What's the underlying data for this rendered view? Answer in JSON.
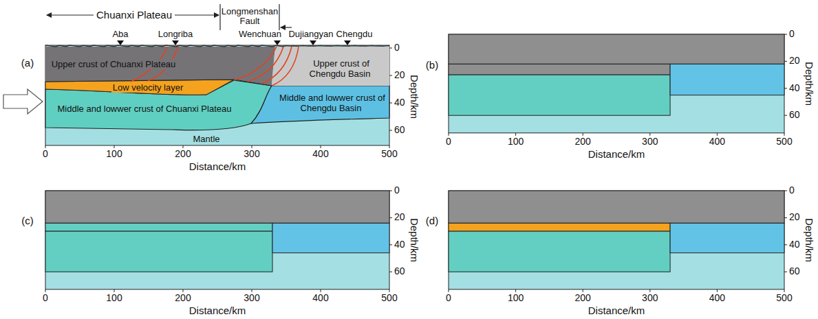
{
  "diagram": {
    "nodes": [
      {
        "text": [
          "Upper crust of Chuanxi Plateau"
        ]
      },
      {
        "text": [
          "Low velocity layer"
        ]
      },
      {
        "text": [
          "Upper crust of Chengdu Basin"
        ]
      },
      {
        "text": [
          "Middle and lowwer crust of Chuanxi Plateau"
        ]
      },
      {
        "text": [
          "Middle and lowwer crust of Chengdu Basin"
        ]
      },
      {
        "text": [
          "Mantle"
        ]
      }
    ],
    "labels": [
      "(a)",
      "Chuanxi Plateau",
      "Longmenshan Fault",
      "Aba",
      "Longriba",
      "Wenchuan",
      "Dujiangyan",
      "Chengdu",
      "0",
      "100",
      "200",
      "300",
      "400",
      "500",
      "Distance/km",
      "0",
      "20",
      "40",
      "60",
      "Depth/km",
      "(b)",
      "0",
      "100",
      "200",
      "300",
      "400",
      "500",
      "Distance/km",
      "0",
      "20",
      "40",
      "60",
      "Depth/km",
      "(c)",
      "0",
      "100",
      "200",
      "300",
      "400",
      "500",
      "Distance/km",
      "0",
      "20",
      "40",
      "60",
      "Depth/km",
      "(d)",
      "0",
      "100",
      "200",
      "300",
      "400",
      "500",
      "Distance/km",
      "0",
      "20",
      "40",
      "60",
      "Depth/km"
    ]
  }
}
